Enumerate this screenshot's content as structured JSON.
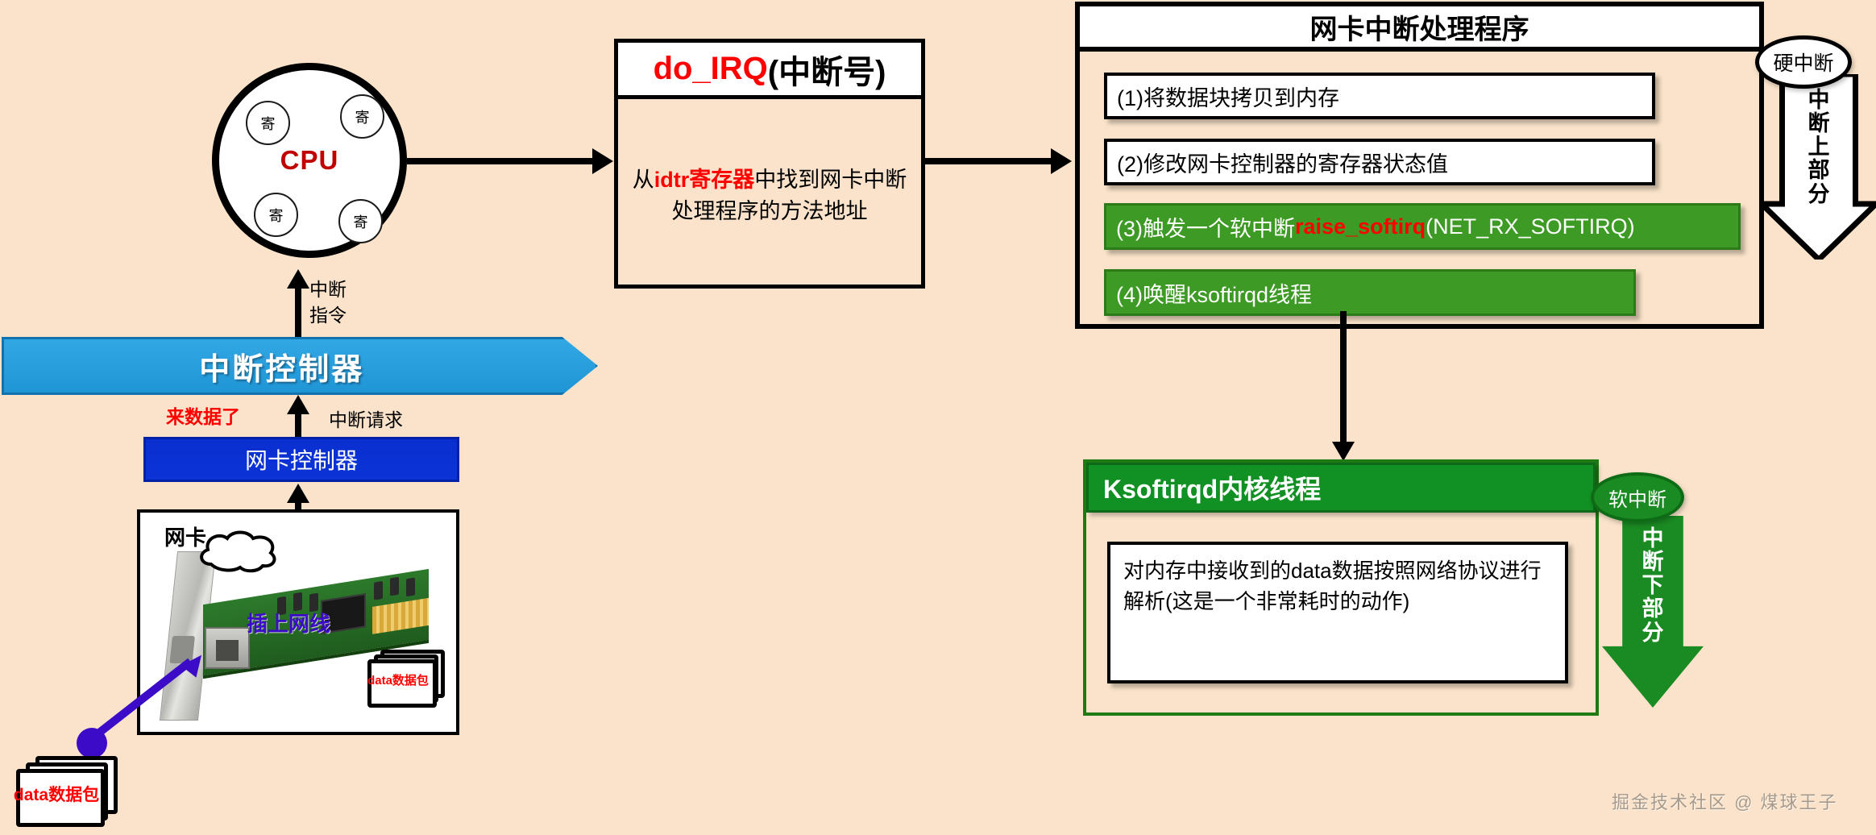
{
  "background_color": "#fae3ca",
  "cpu": {
    "label": "CPU",
    "registers": [
      "寄",
      "寄",
      "寄",
      "寄"
    ]
  },
  "arrows": {
    "cpu_to_doirq": "",
    "interrupt_instruction": "中断\n指令",
    "interrupt_instruction_line1": "中断",
    "interrupt_instruction_line2": "指令",
    "data_arrived": "来数据了",
    "interrupt_request": "中断请求"
  },
  "do_irq": {
    "title_code": "do_IRQ",
    "title_arg": "(中断号)",
    "body_prefix": "从",
    "body_highlight": "idtr寄存器",
    "body_suffix": "中找到网卡中断处理程序的方法地址"
  },
  "interrupt_controller": {
    "label": "中断控制器"
  },
  "nic_controller": {
    "label": "网卡控制器"
  },
  "nic_photo": {
    "cloud_label": "网卡",
    "plug_label": "插上网线",
    "packet_label": "data数据包"
  },
  "incoming_packet": {
    "label": "data数据包"
  },
  "handler_panel": {
    "title": "网卡中断处理程序",
    "steps": [
      {
        "text": "(1)将数据块拷贝到内存",
        "style": "white"
      },
      {
        "text": "(2)修改网卡控制器的寄存器状态值",
        "style": "white"
      },
      {
        "text": "(3)触发一个软中断",
        "code": "raise_softirq",
        "suffix": "(NET_RX_SOFTIRQ)",
        "style": "green"
      },
      {
        "text": "(4)唤醒ksoftirqd线程",
        "style": "green"
      }
    ]
  },
  "hard_interrupt": {
    "badge": "硬中断",
    "arrow_text": [
      "中",
      "断",
      "上",
      "部",
      "分"
    ],
    "color": "#ffffff"
  },
  "ksoftirqd_panel": {
    "title": "Ksoftirqd内核线程",
    "body": "对内存中接收到的data数据按照网络协议进行解析(这是一个非常耗时的动作)",
    "color": "#119023"
  },
  "soft_interrupt": {
    "badge": "软中断",
    "arrow_text": [
      "中",
      "断",
      "下",
      "部",
      "分"
    ],
    "color": "#1a8a22"
  },
  "watermark": {
    "text": "掘金技术社区 @ 煤球王子"
  },
  "colors": {
    "background": "#fae3ca",
    "cpu_label": "#c00000",
    "do_irq_red": "#ff0000",
    "interrupt_controller_blue": "#2095d6",
    "nic_controller_blue": "#0b33d6",
    "green_step": "#3d9a24",
    "ksoftirqd_green": "#119023",
    "soft_arrow_green": "#1a8a22",
    "purple_arrow": "#3b0bc8"
  }
}
